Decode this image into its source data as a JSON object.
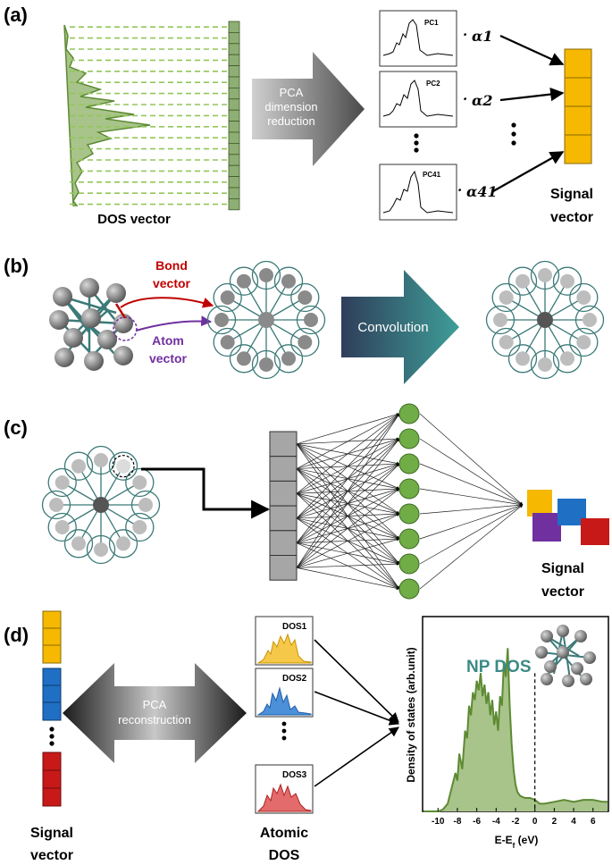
{
  "panels": {
    "a": "(a)",
    "b": "(b)",
    "c": "(c)",
    "d": "(d)"
  },
  "panel_a": {
    "dos_vector_label": "DOS vector",
    "pca_arrow_lines": [
      "PCA",
      "dimension",
      "reduction"
    ],
    "pc_labels": [
      "PC1",
      "PC2",
      "PC41"
    ],
    "coef_prefix": "·",
    "coef_labels": [
      "α1",
      "α2",
      "α41"
    ],
    "signal_vector_lines": [
      "Signal",
      "vector"
    ]
  },
  "panel_b": {
    "bond_vector_lines": [
      "Bond",
      "vector"
    ],
    "atom_vector_lines": [
      "Atom",
      "vector"
    ],
    "convolution_label": "Convolution"
  },
  "panel_c": {
    "signal_vector_lines": [
      "Signal",
      "vector"
    ]
  },
  "panel_d": {
    "left_label_lines": [
      "Signal",
      "vector"
    ],
    "pca_reconstruction_lines": [
      "PCA",
      "reconstruction"
    ],
    "atomic_dos_lines": [
      "Atomic",
      "DOS"
    ],
    "dos_labels": [
      "DOS1",
      "DOS2",
      "DOS3"
    ],
    "chart_title": "NP DOS",
    "ylabel": "Density of states (arb.unit)",
    "xlabel": "E-E",
    "xlabel_sub": "f",
    "xlabel_unit": " (eV)"
  },
  "colors": {
    "dos_green": "#6b9a3c",
    "dos_fill": "#a8c48a",
    "yellow": "#f6b800",
    "blue": "#1f6fc4",
    "red": "#c81919",
    "purple": "#7030a0",
    "teal": "#3c7a78",
    "bond_red": "#c00000",
    "atom_purple": "#7030a0",
    "node_green": "#70ad47",
    "gray_atom": "#8a8a8a",
    "light_atom": "#bdbdbd"
  },
  "chart_data": {
    "type": "area",
    "title": "NP DOS",
    "xlabel": "E-Ef (eV)",
    "ylabel": "Density of states (arb.unit)",
    "xlim": [
      -11.5,
      7.5
    ],
    "ylim": [
      0,
      1.0
    ],
    "xticks": [
      -10,
      -8,
      -6,
      -4,
      -2,
      0,
      2,
      4,
      6
    ],
    "fermi_line_x": 0,
    "x": [
      -11.5,
      -10,
      -9.5,
      -9,
      -8.6,
      -8.2,
      -8.0,
      -7.8,
      -7.5,
      -7.2,
      -7.0,
      -6.8,
      -6.6,
      -6.4,
      -6.2,
      -6.0,
      -5.8,
      -5.6,
      -5.4,
      -5.2,
      -5.0,
      -4.8,
      -4.6,
      -4.4,
      -4.2,
      -4.0,
      -3.8,
      -3.6,
      -3.4,
      -3.2,
      -3.0,
      -2.8,
      -2.6,
      -2.4,
      -2.2,
      -2.0,
      -1.8,
      -1.5,
      -1.0,
      -0.5,
      0,
      0.5,
      1.0,
      2.0,
      3.0,
      4.0,
      5.0,
      6.0,
      7.0,
      7.5
    ],
    "y": [
      0.0,
      0.0,
      0.01,
      0.04,
      0.12,
      0.2,
      0.16,
      0.3,
      0.22,
      0.42,
      0.38,
      0.55,
      0.5,
      0.62,
      0.58,
      0.68,
      0.63,
      0.72,
      0.6,
      0.66,
      0.56,
      0.62,
      0.5,
      0.58,
      0.45,
      0.52,
      0.42,
      0.6,
      0.55,
      0.78,
      0.7,
      0.85,
      0.55,
      0.35,
      0.22,
      0.14,
      0.1,
      0.08,
      0.07,
      0.07,
      0.06,
      0.04,
      0.04,
      0.05,
      0.06,
      0.05,
      0.06,
      0.06,
      0.05,
      0.05
    ]
  }
}
